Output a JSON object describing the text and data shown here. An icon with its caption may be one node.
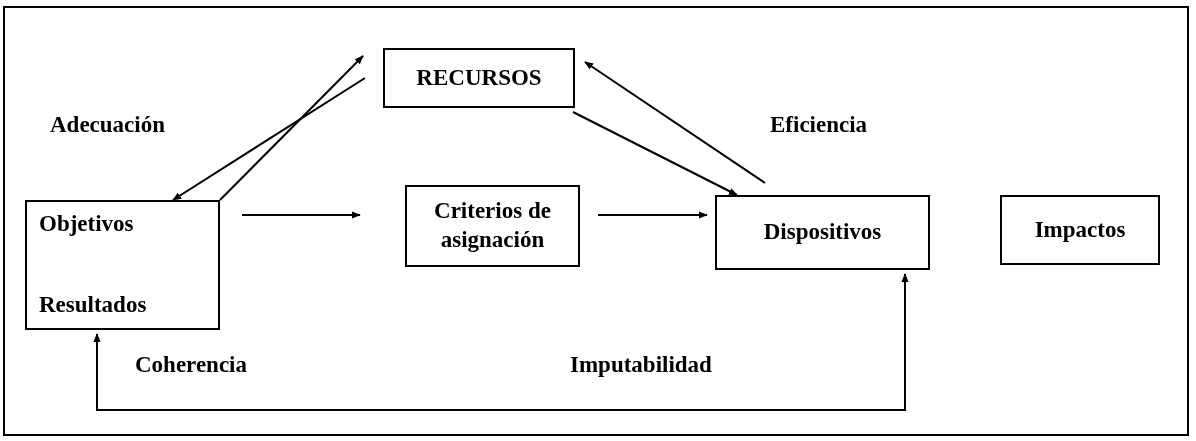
{
  "diagram": {
    "nodes": [
      {
        "text": [
          "RECURSOS"
        ]
      },
      {
        "text": [
          "Objetivos",
          "Resultados"
        ]
      },
      {
        "text": [
          "Criterios de asignación"
        ]
      },
      {
        "text": [
          "Dispositivos"
        ]
      },
      {
        "text": [
          "Impactos"
        ]
      }
    ],
    "edges": [
      {
        "from": 0,
        "to": 1,
        "arrow": "to"
      },
      {
        "from": 1,
        "to": 0,
        "arrow": "to"
      },
      {
        "from": 1,
        "to": 2,
        "arrow": "to"
      },
      {
        "from": 2,
        "to": 3,
        "arrow": "to"
      },
      {
        "from": 0,
        "to": 3,
        "arrow": "to"
      },
      {
        "from": 3,
        "to": 0,
        "arrow": "to"
      },
      {
        "from": 3,
        "to": 1,
        "arrow": "both"
      }
    ],
    "labels": [
      "Adecuación",
      "Eficiencia",
      "Coherencia",
      "Imputabilidad"
    ]
  }
}
